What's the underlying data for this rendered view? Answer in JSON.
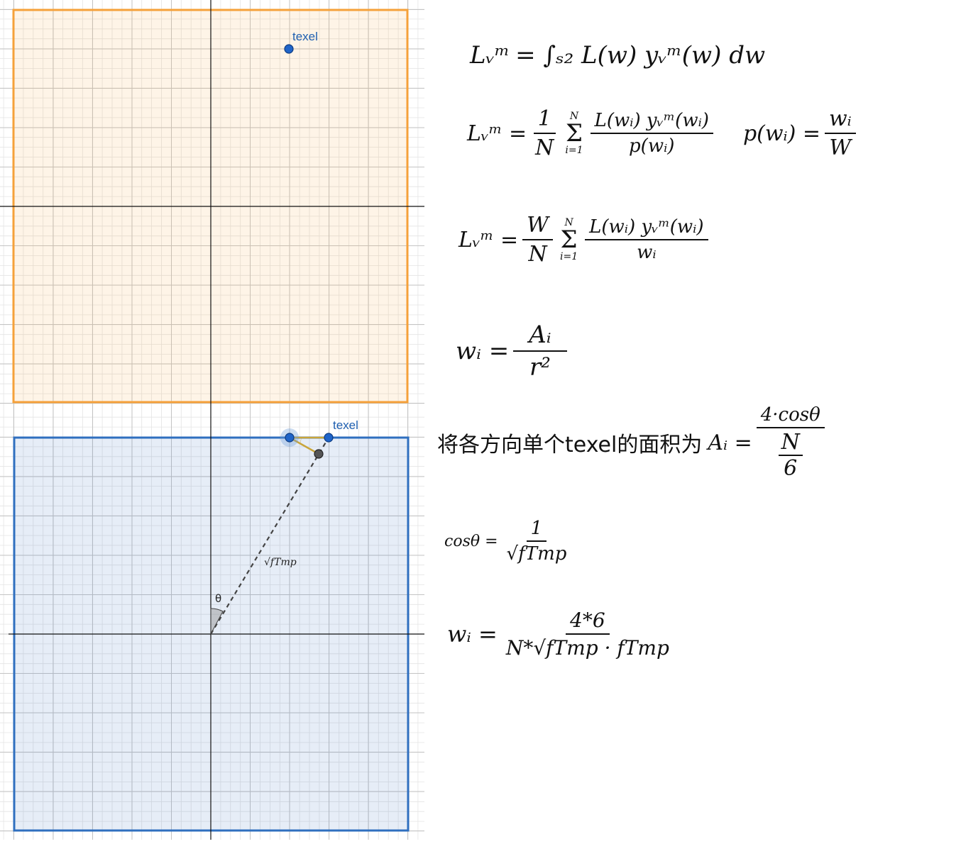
{
  "top_panel": {
    "point_label": "texel"
  },
  "bottom_panel": {
    "point_label": "texel",
    "angle_label": "θ",
    "segment_label": "√fTmp"
  },
  "equations": {
    "eq1": {
      "lhs": "Lᵥᵐ",
      "rhs": "= ∫ₛ₂ L(w) yᵥᵐ(w) dw"
    },
    "eq2": {
      "lhs": "Lᵥᵐ =",
      "num": "1",
      "den": "N",
      "sum_top": "N",
      "sum_bot": "i=1",
      "frac_num": "L(wᵢ) yᵥᵐ(wᵢ)",
      "frac_den": "p(wᵢ)"
    },
    "eq2b": {
      "lhs": "p(wᵢ) =",
      "num": "wᵢ",
      "den": "W"
    },
    "eq3": {
      "lhs": "Lᵥᵐ =",
      "num": "W",
      "den": "N",
      "sum_top": "N",
      "sum_bot": "i=1",
      "frac_num": "L(wᵢ) yᵥᵐ(wᵢ)",
      "frac_den": "wᵢ"
    },
    "eq4": {
      "lhs": "wᵢ =",
      "num": "Aᵢ",
      "den": "r²"
    },
    "eq5": {
      "text": "将各方向单个texel的面积为",
      "lhs": "Aᵢ =",
      "num": "4·cosθ",
      "den_num": "N",
      "den_den": "6"
    },
    "eq6": {
      "lhs": "cosθ =",
      "num": "1",
      "den": "√fTmp"
    },
    "eq7": {
      "lhs": "wᵢ =",
      "num": "4*6",
      "den": "N*√fTmp · fTmp"
    }
  },
  "colors": {
    "top_fill": "#fdf3e7",
    "top_border": "#f5a13a",
    "bottom_fill": "#e6eef8",
    "bottom_border": "#2f6fbf",
    "point": "#1f64c8",
    "triangle": "#c9a53a"
  }
}
